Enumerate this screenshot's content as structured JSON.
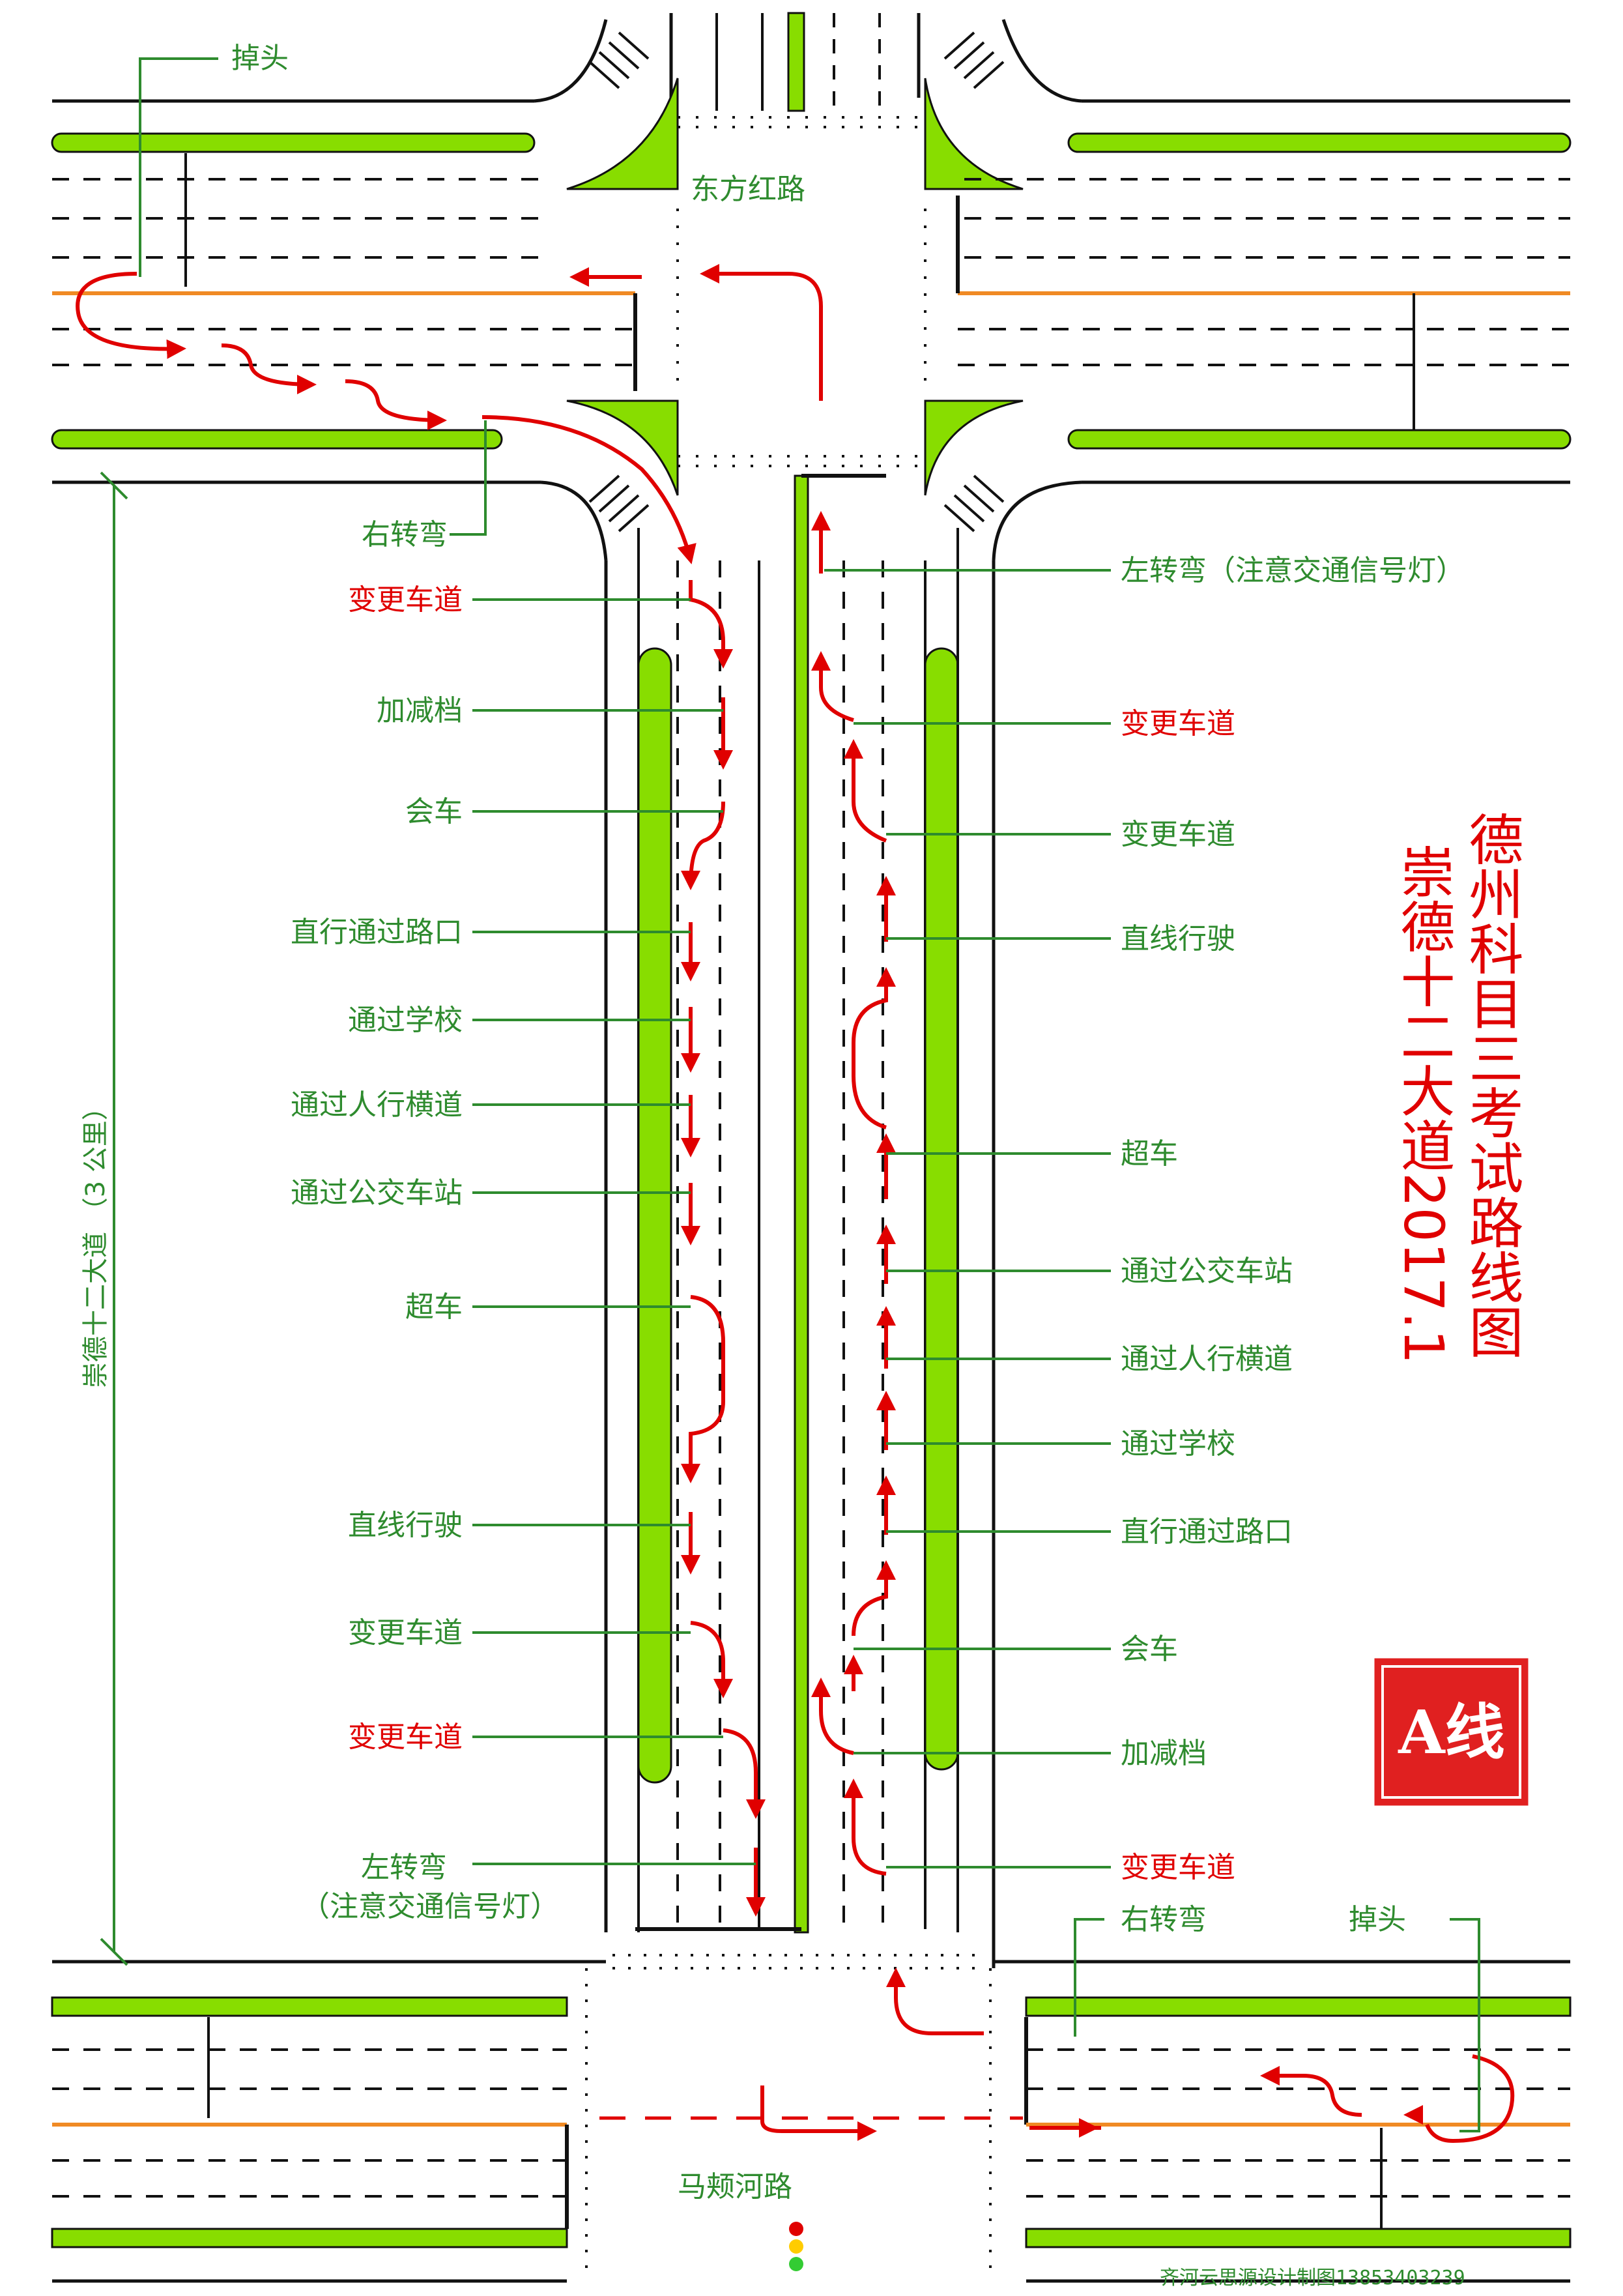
{
  "title": {
    "line1": "德州科目三考试路线图",
    "line2": "崇德十二大道2017.1"
  },
  "badge": {
    "text": "A线",
    "color": "#e02020"
  },
  "credit": "齐河云思源设计制图13853403239",
  "streets": {
    "top": "东方红路",
    "bottom": "马颊河路",
    "main_distance": "崇德十二大道 （3 公里）"
  },
  "colors": {
    "route": "#e00000",
    "median": "#88dd00",
    "label_text": "#2e8b2e",
    "leader_line": "#2e8b2e",
    "center_line": "#f08a24",
    "road_line": "#111111"
  },
  "top_labels": {
    "u_turn": "掉头",
    "right_turn": "右转弯"
  },
  "bottom_labels": {
    "right_turn": "右转弯",
    "u_turn": "掉头"
  },
  "left_labels": [
    {
      "text": "变更车道",
      "red": true
    },
    {
      "text": "加减档",
      "red": false
    },
    {
      "text": "会车",
      "red": false
    },
    {
      "text": "直行通过路口",
      "red": false
    },
    {
      "text": "通过学校",
      "red": false
    },
    {
      "text": "通过人行横道",
      "red": false
    },
    {
      "text": "通过公交车站",
      "red": false
    },
    {
      "text": "超车",
      "red": false
    },
    {
      "text": "直线行驶",
      "red": false
    },
    {
      "text": "变更车道",
      "red": false
    },
    {
      "text": "变更车道",
      "red": true
    }
  ],
  "left_final_label": {
    "line1": "左转弯",
    "line2": "（注意交通信号灯）"
  },
  "right_labels": [
    {
      "text": "左转弯（注意交通信号灯）",
      "red": false
    },
    {
      "text": "变更车道",
      "red": true
    },
    {
      "text": "变更车道",
      "red": false
    },
    {
      "text": "直线行驶",
      "red": false
    },
    {
      "text": "超车",
      "red": false
    },
    {
      "text": "通过公交车站",
      "red": false
    },
    {
      "text": "通过人行横道",
      "red": false
    },
    {
      "text": "通过学校",
      "red": false
    },
    {
      "text": "直行通过路口",
      "red": false
    },
    {
      "text": "会车",
      "red": false
    },
    {
      "text": "加减档",
      "red": false
    },
    {
      "text": "变更车道",
      "red": true
    }
  ],
  "traffic_light": {
    "colors": [
      "#e00000",
      "#ffcc00",
      "#33cc33"
    ]
  }
}
